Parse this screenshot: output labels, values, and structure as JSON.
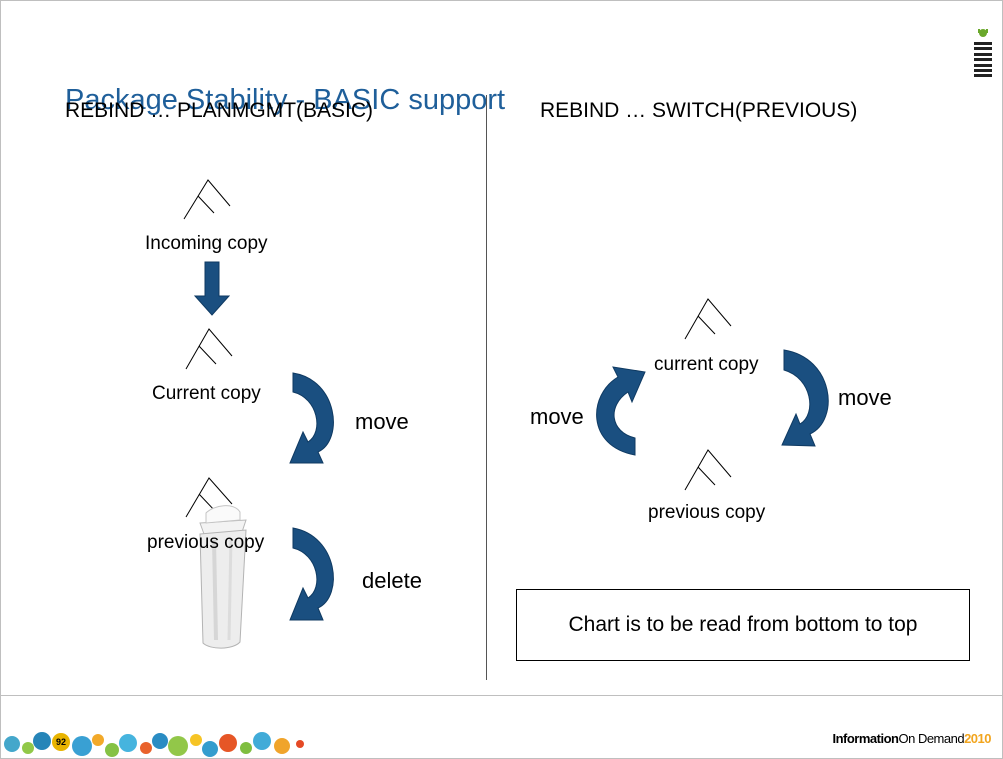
{
  "slide": {
    "title": "Package Stability - BASIC support",
    "page_number": "92"
  },
  "left": {
    "heading": "REBIND … PLANMGMT(BASIC)",
    "incoming_copy": "Incoming copy",
    "current_copy": "Current copy",
    "previous_copy": "previous copy",
    "move_label": "move",
    "delete_label": "delete"
  },
  "right": {
    "heading": "REBIND … SWITCH(PREVIOUS)",
    "current_copy": "current copy",
    "previous_copy": "previous copy",
    "move_left_label": "move",
    "move_right_label": "move",
    "note": "Chart is to be read from bottom to top"
  },
  "footer": {
    "brand_bold": "Information",
    "brand_light": "On Demand",
    "brand_year": "2010"
  },
  "colors": {
    "title": "#1f5f9a",
    "arrow_fill": "#1a4f80",
    "arrow_stroke": "#0f3a62",
    "footer_year": "#f2a51e"
  },
  "icons": [
    "tree-icon",
    "down-arrow-icon",
    "curved-arrow-icon",
    "trash-can-icon",
    "ibm-logo-icon",
    "dots-banner"
  ]
}
